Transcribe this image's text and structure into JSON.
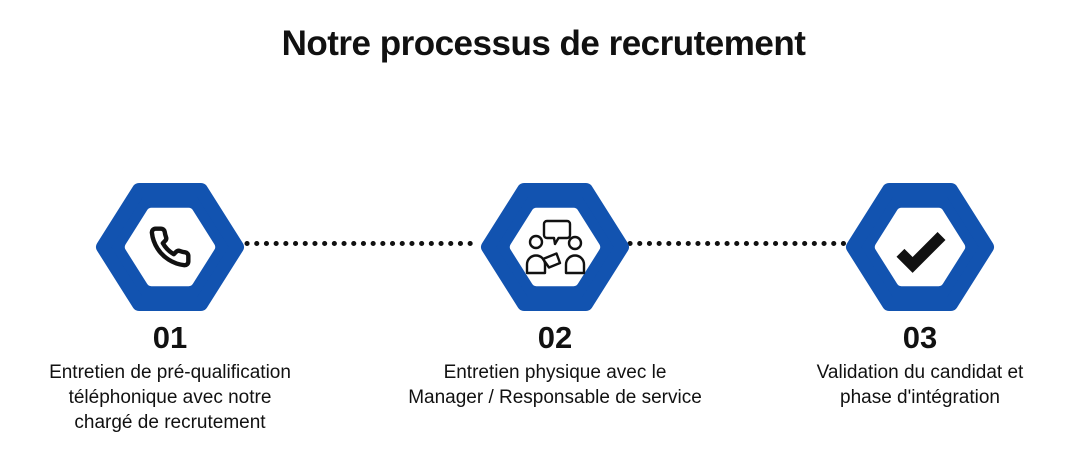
{
  "title": "Notre processus de recrutement",
  "colors": {
    "hexagon_blue": "#1253b0",
    "text": "#111111",
    "dot": "#111111",
    "background": "#ffffff"
  },
  "steps": [
    {
      "number": "01",
      "icon": "phone-icon",
      "description": "Entretien de pré-qualification\ntéléphonique avec notre\nchargé de recrutement"
    },
    {
      "number": "02",
      "icon": "interview-icon",
      "description": "Entretien physique avec le\nManager / Responsable de service"
    },
    {
      "number": "03",
      "icon": "checkmark-icon",
      "description": "Validation du candidat et\nphase d'intégration"
    }
  ]
}
